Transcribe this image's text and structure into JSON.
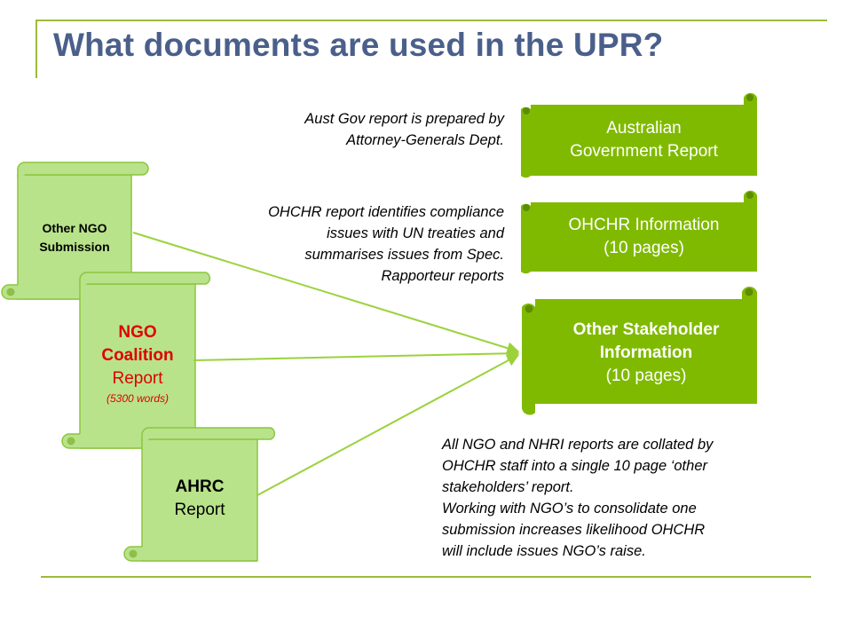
{
  "title": "What documents are used in the UPR?",
  "colors": {
    "accent": "#9bbb3a",
    "title": "#4a5f8a",
    "scroll_dark": "#7fba00",
    "scroll_light": "#b8e38a",
    "highlight_red": "#e00000"
  },
  "documents": {
    "aust_gov": {
      "line1": "Australian",
      "line2": "Government Report"
    },
    "ohchr": {
      "line1": "OHCHR Information",
      "line2": "(10 pages)"
    },
    "stakeholder": {
      "line1": "Other Stakeholder",
      "line2": "Information",
      "line3": "(10 pages)"
    }
  },
  "submissions": {
    "other_ngo": {
      "line1": "Other NGO",
      "line2": "Submission"
    },
    "ngo_coalition": {
      "line1": "NGO",
      "line2": "Coalition",
      "line3": "Report",
      "line4": "(5300 words)"
    },
    "ahrc": {
      "line1": "AHRC",
      "line2": "Report"
    }
  },
  "notes": {
    "aust_gov": {
      "line1": "Aust Gov report is prepared by",
      "line2": "Attorney-Generals Dept."
    },
    "ohchr": {
      "line1": "OHCHR report identifies compliance",
      "line2": "issues with UN treaties and",
      "line3": "summarises issues from Spec.",
      "line4": "Rapporteur reports"
    },
    "collation": {
      "line1": "All NGO and NHRI reports are collated by",
      "line2": "OHCHR staff into a single 10 page ‘other",
      "line3": "stakeholders’ report.",
      "line4": "Working with NGO’s to consolidate one",
      "line5": "submission increases likelihood OHCHR",
      "line6": "will include issues NGO’s raise."
    }
  }
}
